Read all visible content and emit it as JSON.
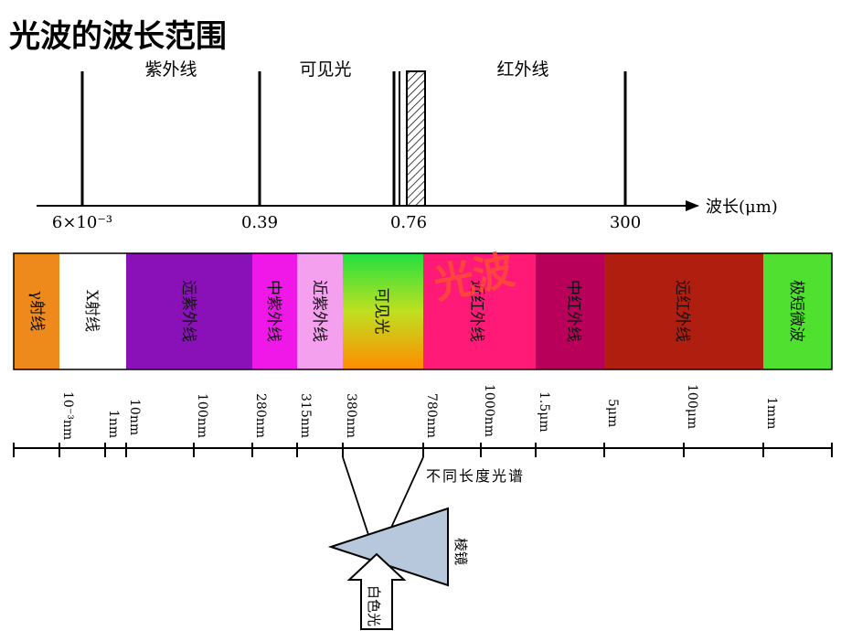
{
  "title": "光波的波长范围",
  "top_diagram": {
    "regions": [
      "紫外线",
      "可见光",
      "红外线"
    ],
    "ticks": [
      "6×10⁻³",
      "0.39",
      "0.76",
      "300"
    ],
    "axis_label": "波长(μm)"
  },
  "spectrum": {
    "bands": [
      {
        "label": "γ射线",
        "color": "#ee8a1c"
      },
      {
        "label": "X射线",
        "color": "#ffffff"
      },
      {
        "label": "远紫外线",
        "color": "#8a10b8"
      },
      {
        "label": "中紫外线",
        "color": "#f018e8"
      },
      {
        "label": "近紫外线",
        "color": "#f4a0ee"
      },
      {
        "label": "可见光",
        "color": "#40e040"
      },
      {
        "label": "近红外线",
        "color": "#ff1a78"
      },
      {
        "label": "中红外线",
        "color": "#b8005a"
      },
      {
        "label": "远红外线",
        "color": "#b01e10"
      },
      {
        "label": "极短微波",
        "color": "#50e030"
      }
    ],
    "scale_labels": [
      "10⁻³nm",
      "1nm",
      "10nm",
      "100nm",
      "280nm",
      "315nm",
      "380nm",
      "780nm",
      "1000nm",
      "1.5μm",
      "5μm",
      "100μm",
      "1mm"
    ],
    "overlay_text": "光波",
    "caption": "不同长度光谱",
    "prism_label": "棱镜",
    "input_label": "白色光"
  }
}
